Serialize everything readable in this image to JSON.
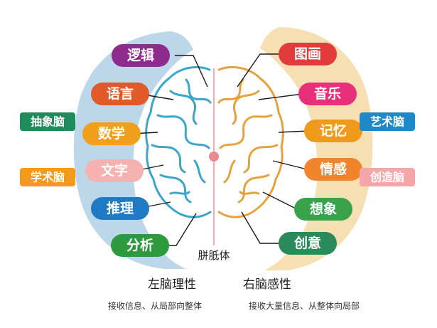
{
  "left": {
    "pills": [
      {
        "label": "逻辑",
        "color": "#8e2b8c"
      },
      {
        "label": "语言",
        "color": "#e35a2a"
      },
      {
        "label": "数学",
        "color": "#f0a01c"
      },
      {
        "label": "文字",
        "color": "#f6b2b0"
      },
      {
        "label": "推理",
        "color": "#1f7ac4"
      },
      {
        "label": "分析",
        "color": "#2e9a3e"
      }
    ],
    "tags": [
      {
        "label": "抽象脑",
        "color": "#1f8a5a"
      },
      {
        "label": "学术脑",
        "color": "#f29a1c"
      }
    ],
    "title": "左脑理性",
    "subtitle": "接收信息、从局部向整体",
    "band_color": "#bcd7ea",
    "brain_color": "#3aa6c8"
  },
  "right": {
    "pills": [
      {
        "label": "图画",
        "color": "#e23b3b"
      },
      {
        "label": "音乐",
        "color": "#e8307a"
      },
      {
        "label": "记忆",
        "color": "#f09a1c"
      },
      {
        "label": "情感",
        "color": "#f2842c"
      },
      {
        "label": "想象",
        "color": "#3aa24a"
      },
      {
        "label": "创意",
        "color": "#2b8a5a"
      }
    ],
    "tags": [
      {
        "label": "艺术脑",
        "color": "#1e88c8"
      },
      {
        "label": "创造脑",
        "color": "#f4a6a8"
      }
    ],
    "title": "右脑感性",
    "subtitle": "接收大量信息、从整体向局部",
    "band_color": "#f6dfb2",
    "brain_color": "#e6a23c"
  },
  "center": {
    "label": "胼胝体",
    "dot_color": "#e98a92"
  }
}
